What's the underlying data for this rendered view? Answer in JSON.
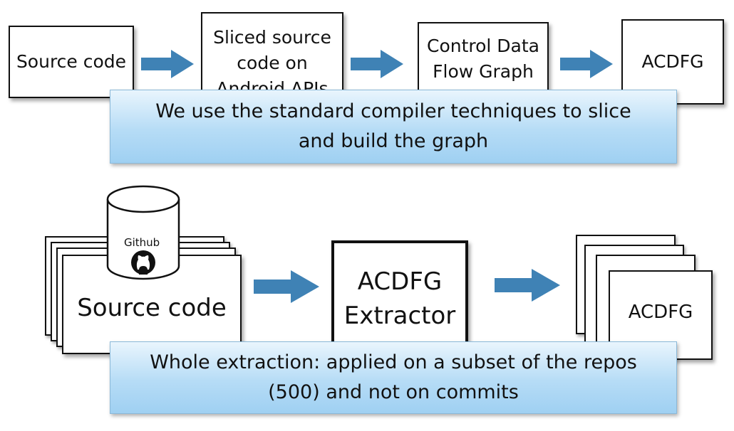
{
  "top_row": {
    "source_code": "Source code",
    "sliced": [
      "Sliced source",
      "code on",
      "Android APIs"
    ],
    "cdfg": [
      "Control Data",
      "Flow Graph"
    ],
    "acdfg": "ACDFG",
    "callout": [
      "We use the standard compiler techniques to slice",
      "and build the graph"
    ]
  },
  "bottom_row": {
    "github_label": "Github",
    "source_code": "Source code",
    "extractor": [
      "ACDFG",
      "Extractor"
    ],
    "acdfg": "ACDFG",
    "callout": [
      "Whole extraction: applied on a subset of the repos",
      "(500) and not on commits"
    ]
  },
  "colors": {
    "arrow": "#3f82b5",
    "callout_bg": "#b6dcf6"
  }
}
